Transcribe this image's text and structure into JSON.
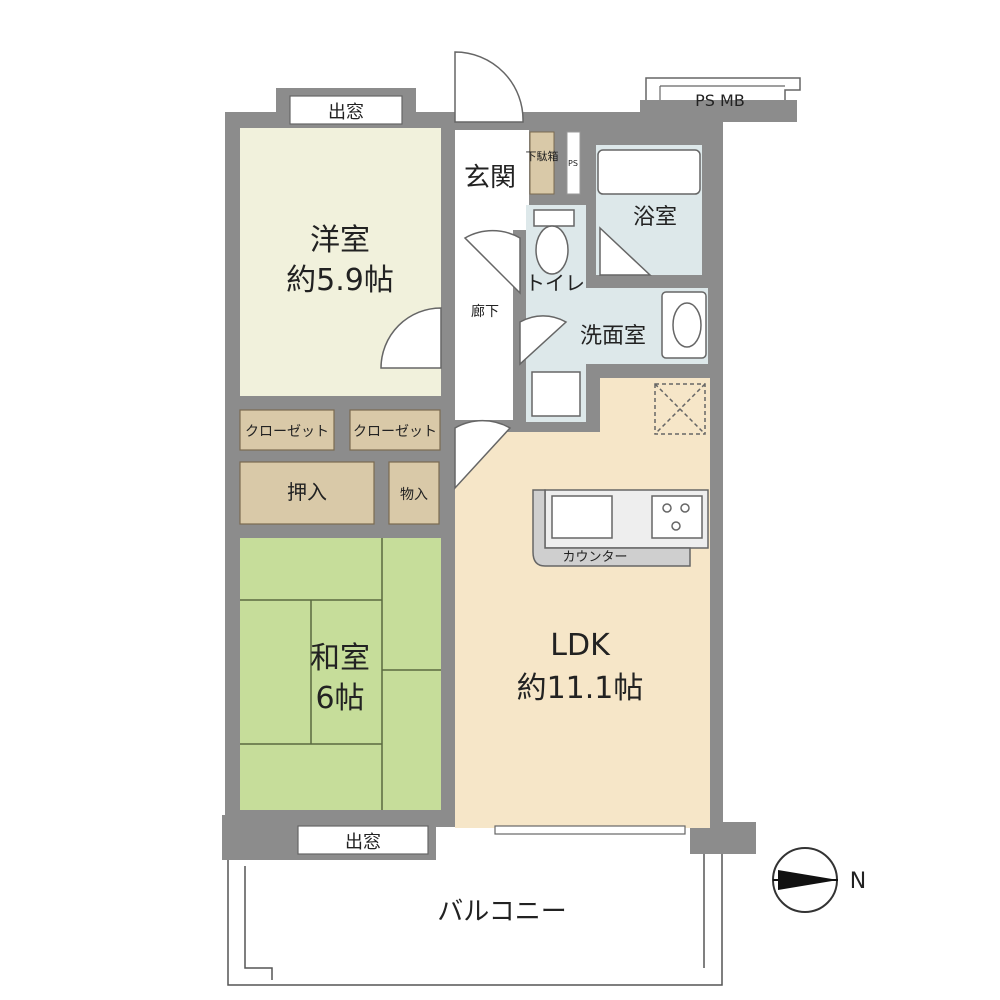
{
  "rooms": {
    "western": {
      "name": "洋室",
      "size": "約5.9帖"
    },
    "japanese": {
      "name": "和室",
      "size": "6帖"
    },
    "ldk": {
      "name": "LDK",
      "size": "約11.1帖"
    },
    "entrance": {
      "name": "玄関"
    },
    "shoe_box": {
      "name": "下駄箱"
    },
    "ps_small": {
      "name": "PS"
    },
    "bath": {
      "name": "浴室"
    },
    "toilet": {
      "name": "トイレ"
    },
    "corridor": {
      "name": "廊下"
    },
    "washroom": {
      "name": "洗面室"
    },
    "closet1": {
      "name": "クローゼット"
    },
    "closet2": {
      "name": "クローゼット"
    },
    "oshiire": {
      "name": "押入"
    },
    "storage": {
      "name": "物入"
    },
    "counter": {
      "name": "カウンター"
    },
    "bay_top": {
      "name": "出窓"
    },
    "bay_bottom": {
      "name": "出窓"
    },
    "balcony": {
      "name": "バルコニー"
    },
    "psmb": {
      "name": "PS MB"
    }
  },
  "compass": {
    "label": "N",
    "direction": "right"
  },
  "colors": {
    "wall": "#8c8c8c",
    "western_floor": "#f1f1dc",
    "tatami": "#c6dd9a",
    "ldk_floor": "#f6e6c8",
    "wet_area": "#dde8ea",
    "storage": "#d9c9a8"
  }
}
